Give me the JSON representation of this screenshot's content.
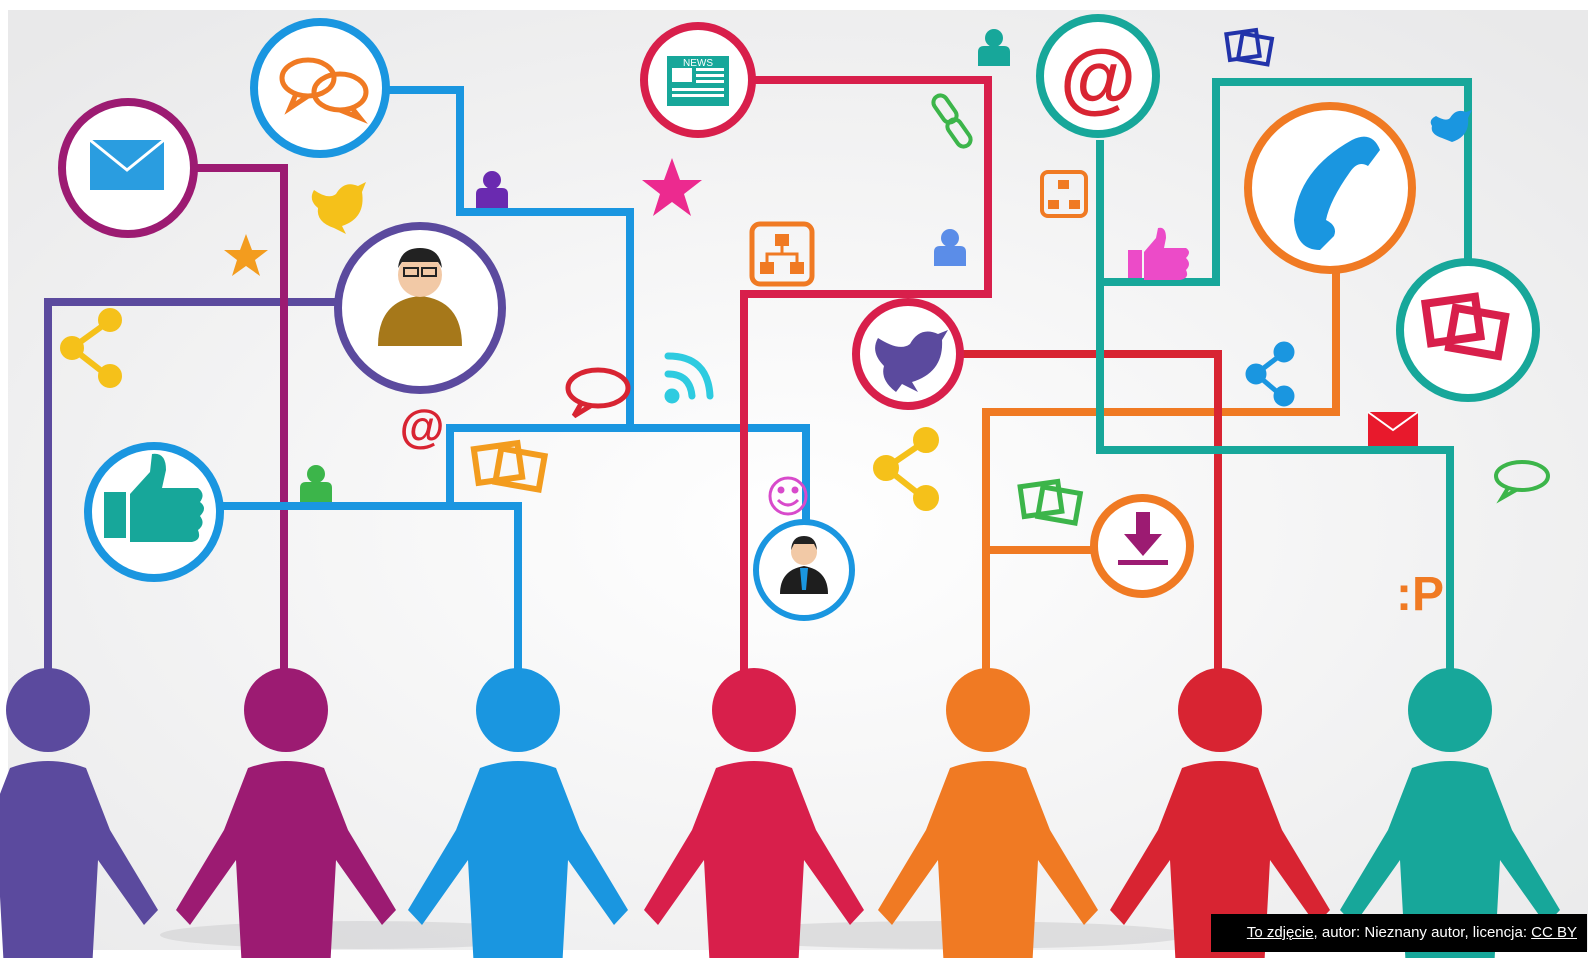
{
  "illustration": {
    "badges": {
      "news_label": "NEWS",
      "at_sign": "@",
      "tongue_emoticon": ":P"
    },
    "colors": {
      "purple": "#5b4a9e",
      "magenta": "#9c1b72",
      "blue": "#1a96e0",
      "crimson": "#d81f4b",
      "orange": "#f07a23",
      "red": "#d82432",
      "teal": "#17a79a"
    },
    "icons": [
      "envelope-icon",
      "speech-bubbles-icon",
      "news-icon",
      "at-icon",
      "phone-icon",
      "picture-icon",
      "bird-icon",
      "thumbs-up-icon",
      "download-icon",
      "share-icon",
      "rss-icon",
      "star-icon",
      "user-icon",
      "smiley-icon",
      "org-chart-icon",
      "link-icon"
    ]
  },
  "caption": {
    "link_text": "To zdjęcie",
    "middle_text": ", autor: Nieznany autor, licencja: ",
    "license_text": "CC BY"
  }
}
